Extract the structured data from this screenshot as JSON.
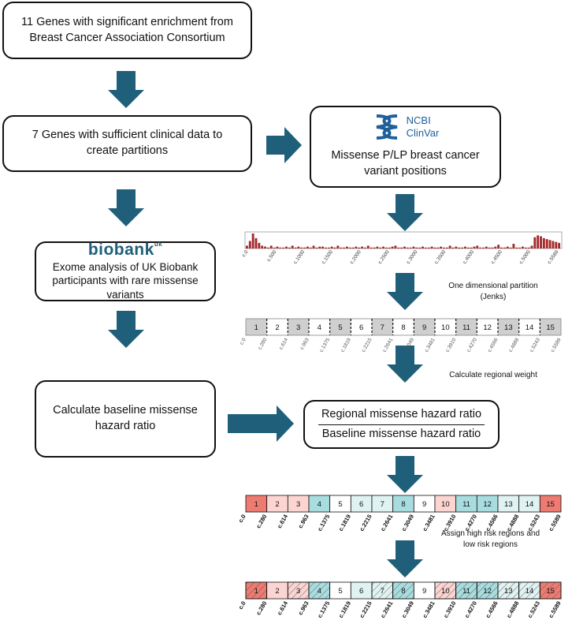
{
  "colors": {
    "arrow": "#1f5f7a",
    "hist": "#a52a2a",
    "high": "#ee7b72",
    "light_red": "#fcd5d2",
    "teal": "#a8dde0",
    "light_teal": "#e0f2f2",
    "grey": "#cfcfcf"
  },
  "boxes": {
    "genes11": "11 Genes with significant enrichment from Breast Cancer Association Consortium",
    "genes7": "7 Genes with sufficient clinical data to create partitions",
    "clinvar_logo_line1": "NCBI",
    "clinvar_logo_line2": "ClinVar",
    "clinvar_text": "Missense P/LP breast cancer variant positions",
    "biobank_logo": "biobank",
    "biobank_logo_sup": "uk",
    "biobank_text": "Exome analysis of UK Biobank participants with rare missense variants",
    "baseline": "Calculate baseline missense hazard ratio",
    "ratio_numerator": "Regional missense hazard ratio",
    "ratio_denominator": "Baseline missense hazard ratio"
  },
  "notes": {
    "partition_line1": "One dimensional partition",
    "partition_line2": "(Jenks)",
    "regional": "Calculate regional weight",
    "assign_line1": "Assign high risk regions and",
    "assign_line2": "low risk regions"
  },
  "histogram": {
    "ticks": [
      "c.0",
      "c.500",
      "c.1000",
      "c.1500",
      "c.2000",
      "c.2500",
      "c.3000",
      "c.3500",
      "c.4000",
      "c.4500",
      "c.5000",
      "c.5589"
    ],
    "values": [
      3,
      8,
      16,
      11,
      6,
      3,
      2,
      1,
      3,
      1,
      2,
      1,
      1,
      2,
      1,
      3,
      1,
      2,
      1,
      1,
      2,
      1,
      3,
      1,
      2,
      2,
      1,
      1,
      2,
      1,
      3,
      1,
      1,
      2,
      1,
      1,
      2,
      1,
      2,
      1,
      3,
      1,
      1,
      2,
      1,
      2,
      1,
      1,
      2,
      3,
      1,
      1,
      2,
      1,
      1,
      2,
      1,
      1,
      2,
      1,
      1,
      2,
      1,
      1,
      2,
      1,
      1,
      3,
      1,
      2,
      1,
      1,
      2,
      1,
      1,
      2,
      3,
      1,
      1,
      2,
      1,
      1,
      2,
      4,
      1,
      1,
      2,
      1,
      5,
      1,
      1,
      2,
      1,
      1,
      3,
      12,
      14,
      13,
      11,
      10,
      9,
      8,
      7,
      6
    ]
  },
  "partition": {
    "labels": [
      "1",
      "2",
      "3",
      "4",
      "5",
      "6",
      "7",
      "8",
      "9",
      "10",
      "11",
      "12",
      "13",
      "14",
      "15"
    ],
    "ticks": [
      "c.0",
      "c.280",
      "c.614",
      "c.963",
      "c.1375",
      "c.1819",
      "c.2215",
      "c.2641",
      "c.3049",
      "c.3481",
      "c.3910",
      "c.4270",
      "c.4566",
      "c.4888",
      "c.5243",
      "c.5589"
    ]
  },
  "weighted": {
    "labels": [
      "1",
      "2",
      "3",
      "4",
      "5",
      "6",
      "7",
      "8",
      "9",
      "10",
      "11",
      "12",
      "13",
      "14",
      "15"
    ],
    "ticks": [
      "c.0",
      "c.280",
      "c.614",
      "c.963",
      "c.1375",
      "c.1819",
      "c.2215",
      "c.2641",
      "c.3049",
      "c.3481",
      "c.3910",
      "c.4270",
      "c.4566",
      "c.4888",
      "c.5243",
      "c.5589"
    ],
    "fills": [
      "high",
      "light_red",
      "light_red",
      "teal",
      "white",
      "light_teal",
      "light_teal",
      "teal",
      "white",
      "light_red",
      "teal",
      "teal",
      "light_teal",
      "light_teal",
      "high"
    ]
  },
  "risk": {
    "labels": [
      "1",
      "2",
      "3",
      "4",
      "5",
      "6",
      "7",
      "8",
      "9",
      "10",
      "11",
      "12",
      "13",
      "14",
      "15"
    ],
    "ticks": [
      "c.0",
      "c.280",
      "c.614",
      "c.963",
      "c.1375",
      "c.1819",
      "c.2215",
      "c.2641",
      "c.3049",
      "c.3481",
      "c.3910",
      "c.4270",
      "c.4566",
      "c.4888",
      "c.5243",
      "c.5589"
    ],
    "fills": [
      "high",
      "light_red",
      "light_red",
      "teal",
      "white",
      "light_teal",
      "light_teal",
      "teal",
      "white",
      "light_red",
      "teal",
      "teal",
      "light_teal",
      "light_teal",
      "high"
    ],
    "hatched": [
      true,
      false,
      true,
      true,
      false,
      false,
      true,
      true,
      false,
      true,
      true,
      true,
      true,
      true,
      true
    ]
  }
}
